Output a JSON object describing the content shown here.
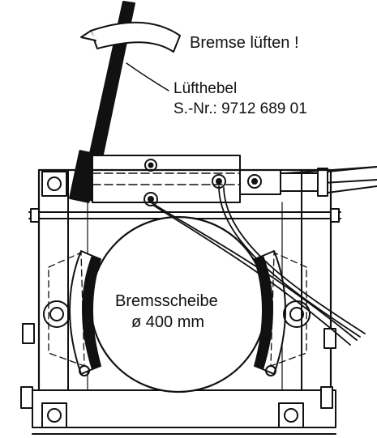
{
  "labels": {
    "action": "Bremse lüften !",
    "lever_name": "Lüfthebel",
    "serial": "S.-Nr.: 9712 689 01",
    "disc_name": "Bremsscheibe",
    "disc_diameter": "ø 400 mm"
  },
  "colors": {
    "ink": "#111111",
    "paper": "#ffffff"
  }
}
